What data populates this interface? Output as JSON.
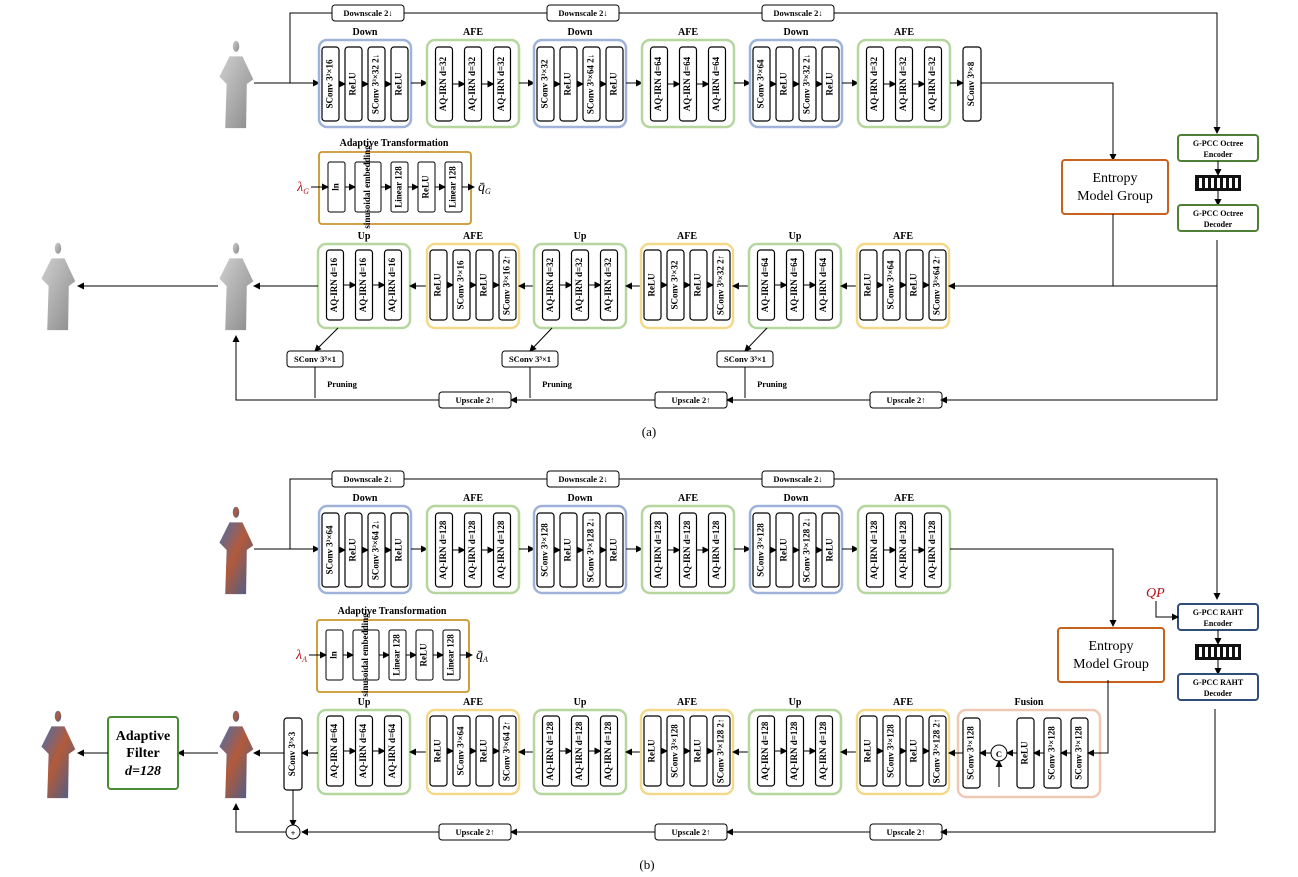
{
  "subfigure_a": {
    "caption": "(a)",
    "downscale_label": "Downscale 2↓",
    "upscale_label": "Upscale 2↑",
    "pruning_label": "Pruning",
    "scconv_prune_label": "SConv 3³×1",
    "encoder_groups": [
      {
        "title": "Down",
        "color": "blue",
        "blocks": [
          "SConv 3³×16",
          "ReLU",
          "SConv 3³×32 2↓",
          "ReLU"
        ]
      },
      {
        "title": "AFE",
        "color": "green",
        "blocks": [
          "AQ-IRN d=32",
          "AQ-IRN d=32",
          "AQ-IRN d=32"
        ]
      },
      {
        "title": "Down",
        "color": "blue",
        "blocks": [
          "SConv 3³×32",
          "ReLU",
          "SConv 3³×64 2↓",
          "ReLU"
        ]
      },
      {
        "title": "AFE",
        "color": "green",
        "blocks": [
          "AQ-IRN d=64",
          "AQ-IRN d=64",
          "AQ-IRN d=64"
        ]
      },
      {
        "title": "Down",
        "color": "blue",
        "blocks": [
          "SConv 3³×64",
          "ReLU",
          "SConv 3³×32 2↓",
          "ReLU"
        ]
      },
      {
        "title": "AFE",
        "color": "green",
        "blocks": [
          "AQ-IRN d=32",
          "AQ-IRN d=32",
          "AQ-IRN d=32"
        ]
      }
    ],
    "encoder_final_block": "SConv 3³×8",
    "decoder_groups": [
      {
        "title": "Up",
        "color": "green",
        "blocks": [
          "AQ-IRN d=16",
          "AQ-IRN d=16",
          "AQ-IRN d=16"
        ]
      },
      {
        "title": "AFE",
        "color": "yellow",
        "blocks": [
          "ReLU",
          "SConv 3³×16",
          "ReLU",
          "SConv 3³×16 2↑"
        ]
      },
      {
        "title": "Up",
        "color": "green",
        "blocks": [
          "AQ-IRN d=32",
          "AQ-IRN d=32",
          "AQ-IRN d=32"
        ]
      },
      {
        "title": "AFE",
        "color": "yellow",
        "blocks": [
          "ReLU",
          "SConv 3³×32",
          "ReLU",
          "SConv 3³×32 2↑"
        ]
      },
      {
        "title": "Up",
        "color": "green",
        "blocks": [
          "AQ-IRN d=64",
          "AQ-IRN d=64",
          "AQ-IRN d=64"
        ]
      },
      {
        "title": "AFE",
        "color": "yellow",
        "blocks": [
          "ReLU",
          "SConv 3³×64",
          "ReLU",
          "SConv 3³×64 2↑"
        ]
      }
    ],
    "adaptive_transformation": {
      "title": "Adaptive Transformation",
      "input": "λ",
      "input_sub": "G",
      "output": "q̄",
      "output_sub": "G",
      "blocks": [
        "ln",
        "sinusoidal embedding",
        "Linear 128",
        "ReLU",
        "Linear 128"
      ]
    },
    "entropy_model": "Entropy Model Group",
    "gpcc_encoder": "G-PCC Octree Encoder",
    "gpcc_decoder": "G-PCC Octree Decoder"
  },
  "subfigure_b": {
    "caption": "(b)",
    "downscale_label": "Downscale 2↓",
    "upscale_label": "Upscale 2↑",
    "encoder_groups": [
      {
        "title": "Down",
        "color": "blue",
        "blocks": [
          "SConv 3³×64",
          "ReLU",
          "SConv 3³×64 2↓",
          "ReLU"
        ]
      },
      {
        "title": "AFE",
        "color": "green",
        "blocks": [
          "AQ-IRN d=128",
          "AQ-IRN d=128",
          "AQ-IRN d=128"
        ]
      },
      {
        "title": "Down",
        "color": "blue",
        "blocks": [
          "SConv 3³×128",
          "ReLU",
          "SConv 3³×128 2↓",
          "ReLU"
        ]
      },
      {
        "title": "AFE",
        "color": "green",
        "blocks": [
          "AQ-IRN d=128",
          "AQ-IRN d=128",
          "AQ-IRN d=128"
        ]
      },
      {
        "title": "Down",
        "color": "blue",
        "blocks": [
          "SConv 3³×128",
          "ReLU",
          "SConv 3³×128 2↓",
          "ReLU"
        ]
      },
      {
        "title": "AFE",
        "color": "green",
        "blocks": [
          "AQ-IRN d=128",
          "AQ-IRN d=128",
          "AQ-IRN d=128"
        ]
      }
    ],
    "decoder_groups": [
      {
        "title": "Up",
        "color": "green",
        "blocks": [
          "AQ-IRN d=64",
          "AQ-IRN d=64",
          "AQ-IRN d=64"
        ]
      },
      {
        "title": "AFE",
        "color": "yellow",
        "blocks": [
          "ReLU",
          "SConv 3³×64",
          "ReLU",
          "SConv 3³×64 2↑"
        ]
      },
      {
        "title": "Up",
        "color": "green",
        "blocks": [
          "AQ-IRN d=128",
          "AQ-IRN d=128",
          "AQ-IRN d=128"
        ]
      },
      {
        "title": "AFE",
        "color": "yellow",
        "blocks": [
          "ReLU",
          "SConv 3³×128",
          "ReLU",
          "SConv 3³×128 2↑"
        ]
      },
      {
        "title": "Up",
        "color": "green",
        "blocks": [
          "AQ-IRN d=128",
          "AQ-IRN d=128",
          "AQ-IRN d=128"
        ]
      },
      {
        "title": "AFE",
        "color": "yellow",
        "blocks": [
          "ReLU",
          "SConv 3³×128",
          "ReLU",
          "SConv 3³×128 2↑"
        ]
      }
    ],
    "fusion": {
      "title": "Fusion",
      "blocks": [
        "SConv 3³×128",
        "ReLU",
        "SConv 3³×128",
        "SConv 3³×128"
      ],
      "concat": "C"
    },
    "final_conv": "SConv 3³×3",
    "adaptive_filter": {
      "line1": "Adaptive",
      "line2": "Filter",
      "line3": "d=128"
    },
    "adaptive_transformation": {
      "title": "Adaptive Transformation",
      "input": "λ",
      "input_sub": "A",
      "output": "q̄",
      "output_sub": "A",
      "blocks": [
        "ln",
        "sinusoidal embedding",
        "Linear 128",
        "ReLU",
        "Linear 128"
      ]
    },
    "entropy_model": "Entropy Model Group",
    "qp_label": "QP",
    "gpcc_encoder": "G-PCC RAHT Encoder",
    "gpcc_decoder": "G-PCC RAHT Decoder",
    "plus": "+"
  },
  "colors": {
    "blue": "#9fb3d9",
    "green": "#b5d69e",
    "yellow": "#f3d98a",
    "orange_border": "#c8601e",
    "gold_border": "#c9962c",
    "fusion": "#efc9b5",
    "gpcc_a": "#4f7f35",
    "gpcc_b": "#2f4e77",
    "red_text": "#b5121b",
    "filter_border": "#4a8a32"
  }
}
